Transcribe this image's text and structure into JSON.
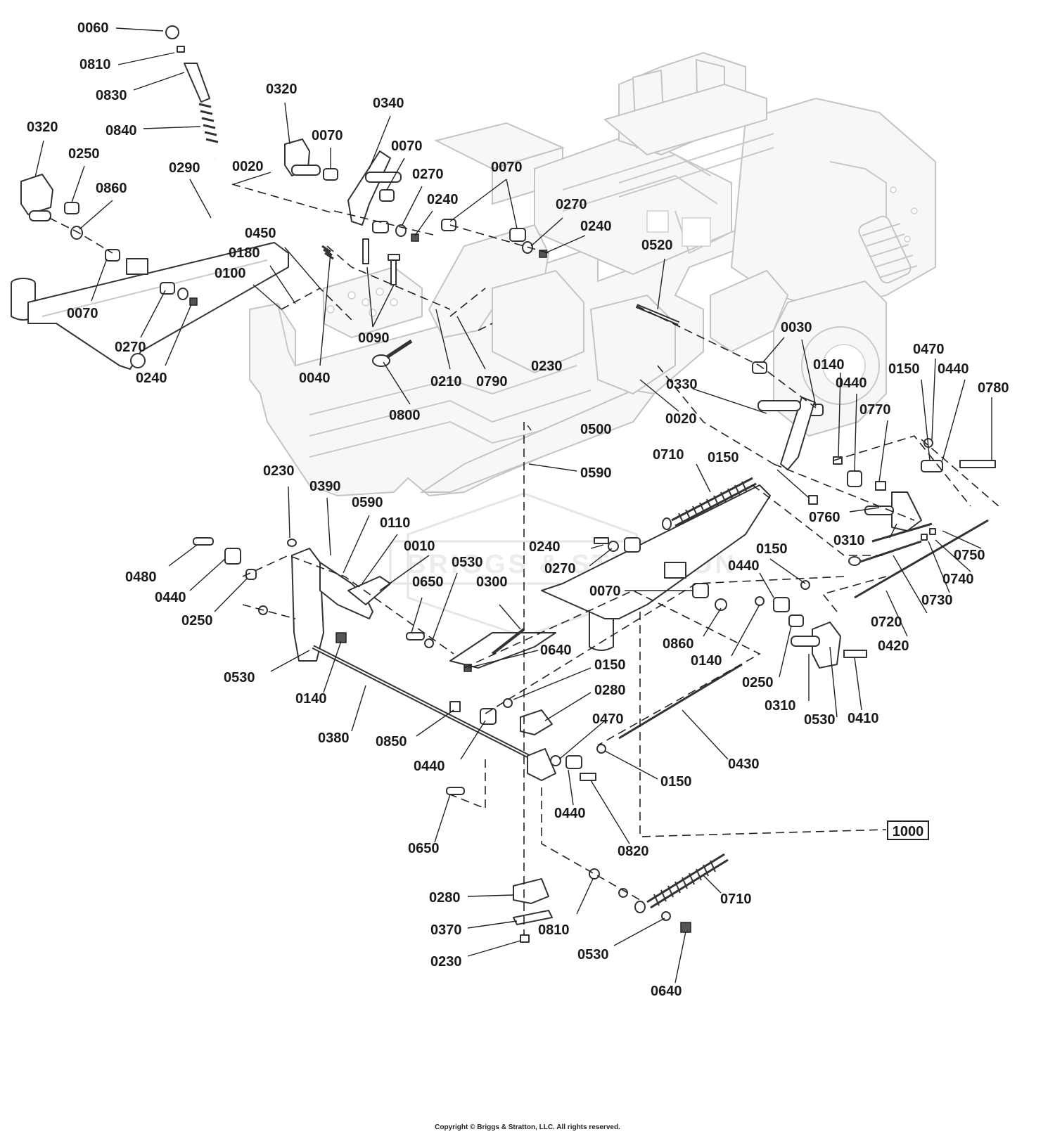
{
  "watermark": "BRIGGS & STRATTON",
  "copyright": "Copyright © Briggs & Stratton, LLC. All rights reserved.",
  "reference_box": "1000",
  "callouts": [
    {
      "id": "c1",
      "text": "0060"
    },
    {
      "id": "c2",
      "text": "0810"
    },
    {
      "id": "c3",
      "text": "0830"
    },
    {
      "id": "c4",
      "text": "0840"
    },
    {
      "id": "c5",
      "text": "0320"
    },
    {
      "id": "c6",
      "text": "0250"
    },
    {
      "id": "c7",
      "text": "0860"
    },
    {
      "id": "c8",
      "text": "0290"
    },
    {
      "id": "c9",
      "text": "0020"
    },
    {
      "id": "c10",
      "text": "0320"
    },
    {
      "id": "c11",
      "text": "0070"
    },
    {
      "id": "c12",
      "text": "0340"
    },
    {
      "id": "c13",
      "text": "0070"
    },
    {
      "id": "c14",
      "text": "0270"
    },
    {
      "id": "c15",
      "text": "0240"
    },
    {
      "id": "c16",
      "text": "0070"
    },
    {
      "id": "c17",
      "text": "0270"
    },
    {
      "id": "c18",
      "text": "0240"
    },
    {
      "id": "c19",
      "text": "0520"
    },
    {
      "id": "c20",
      "text": "0450"
    },
    {
      "id": "c21",
      "text": "0180"
    },
    {
      "id": "c22",
      "text": "0100"
    },
    {
      "id": "c23",
      "text": "0070"
    },
    {
      "id": "c24",
      "text": "0270"
    },
    {
      "id": "c25",
      "text": "0240"
    },
    {
      "id": "c26",
      "text": "0090"
    },
    {
      "id": "c27",
      "text": "0040"
    },
    {
      "id": "c28",
      "text": "0210"
    },
    {
      "id": "c29",
      "text": "0790"
    },
    {
      "id": "c30",
      "text": "0230"
    },
    {
      "id": "c31",
      "text": "0800"
    },
    {
      "id": "c32",
      "text": "0030"
    },
    {
      "id": "c33",
      "text": "0330"
    },
    {
      "id": "c34",
      "text": "0020"
    },
    {
      "id": "c35",
      "text": "0140"
    },
    {
      "id": "c36",
      "text": "0440"
    },
    {
      "id": "c37",
      "text": "0470"
    },
    {
      "id": "c38",
      "text": "0150"
    },
    {
      "id": "c39",
      "text": "0440"
    },
    {
      "id": "c40",
      "text": "0780"
    },
    {
      "id": "c41",
      "text": "0770"
    },
    {
      "id": "c42",
      "text": "0500"
    },
    {
      "id": "c43",
      "text": "0590"
    },
    {
      "id": "c44",
      "text": "0710"
    },
    {
      "id": "c45",
      "text": "0150"
    },
    {
      "id": "c46",
      "text": "0760"
    },
    {
      "id": "c47",
      "text": "0310"
    },
    {
      "id": "c48",
      "text": "0750"
    },
    {
      "id": "c49",
      "text": "0740"
    },
    {
      "id": "c50",
      "text": "0730"
    },
    {
      "id": "c51",
      "text": "0720"
    },
    {
      "id": "c52",
      "text": "0420"
    },
    {
      "id": "c53",
      "text": "0230"
    },
    {
      "id": "c54",
      "text": "0390"
    },
    {
      "id": "c55",
      "text": "0590"
    },
    {
      "id": "c56",
      "text": "0110"
    },
    {
      "id": "c57",
      "text": "0010"
    },
    {
      "id": "c58",
      "text": "0530"
    },
    {
      "id": "c59",
      "text": "0240"
    },
    {
      "id": "c60",
      "text": "0270"
    },
    {
      "id": "c61",
      "text": "0150"
    },
    {
      "id": "c62",
      "text": "0440"
    },
    {
      "id": "c63",
      "text": "0480"
    },
    {
      "id": "c64",
      "text": "0440"
    },
    {
      "id": "c65",
      "text": "0250"
    },
    {
      "id": "c66",
      "text": "0650"
    },
    {
      "id": "c67",
      "text": "0300"
    },
    {
      "id": "c68",
      "text": "0070"
    },
    {
      "id": "c69",
      "text": "0860"
    },
    {
      "id": "c70",
      "text": "0140"
    },
    {
      "id": "c71",
      "text": "0250"
    },
    {
      "id": "c72",
      "text": "0310"
    },
    {
      "id": "c73",
      "text": "0530"
    },
    {
      "id": "c74",
      "text": "0410"
    },
    {
      "id": "c75",
      "text": "0640"
    },
    {
      "id": "c76",
      "text": "0530"
    },
    {
      "id": "c77",
      "text": "0140"
    },
    {
      "id": "c78",
      "text": "0150"
    },
    {
      "id": "c79",
      "text": "0280"
    },
    {
      "id": "c80",
      "text": "0380"
    },
    {
      "id": "c81",
      "text": "0850"
    },
    {
      "id": "c82",
      "text": "0440"
    },
    {
      "id": "c83",
      "text": "0470"
    },
    {
      "id": "c84",
      "text": "0430"
    },
    {
      "id": "c85",
      "text": "0150"
    },
    {
      "id": "c86",
      "text": "0440"
    },
    {
      "id": "c87",
      "text": "0820"
    },
    {
      "id": "c88",
      "text": "0650"
    },
    {
      "id": "c89",
      "text": "0280"
    },
    {
      "id": "c90",
      "text": "0810"
    },
    {
      "id": "c91",
      "text": "0710"
    },
    {
      "id": "c92",
      "text": "0370"
    },
    {
      "id": "c93",
      "text": "0530"
    },
    {
      "id": "c94",
      "text": "0230"
    },
    {
      "id": "c95",
      "text": "0640"
    }
  ]
}
